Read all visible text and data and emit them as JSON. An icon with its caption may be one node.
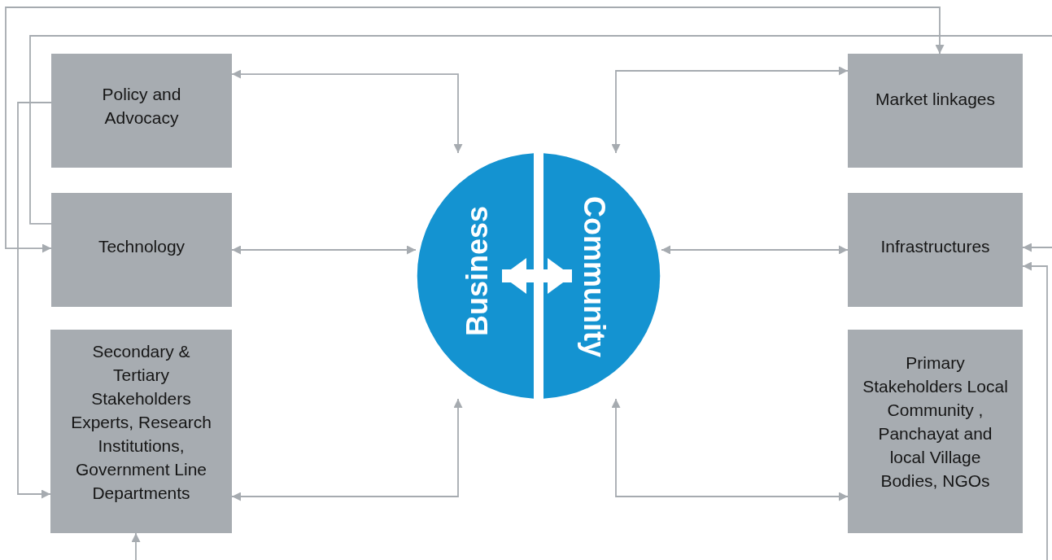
{
  "diagram": {
    "nodes": [
      {
        "text": [
          "Policy and Advocacy"
        ]
      },
      {
        "text": [
          "Technology"
        ]
      },
      {
        "text": [
          "Secondary & Tertiary Stakeholders Experts, Research Institutions, Government Line Departments"
        ]
      },
      {
        "text": [
          "Business"
        ]
      },
      {
        "text": [
          "Community"
        ]
      },
      {
        "text": [
          "Market linkages"
        ]
      },
      {
        "text": [
          "Infrastructures"
        ]
      },
      {
        "text": [
          "Primary Stakeholders Local Community , Panchayat and local Village Bodies, NGOs"
        ]
      }
    ],
    "edges": [
      {
        "from": 0,
        "to": 3,
        "arrow": "both"
      },
      {
        "from": 1,
        "to": 3,
        "arrow": "both"
      },
      {
        "from": 2,
        "to": 3,
        "arrow": "both"
      },
      {
        "from": 4,
        "to": 5,
        "arrow": "both"
      },
      {
        "from": 4,
        "to": 6,
        "arrow": "both"
      },
      {
        "from": 4,
        "to": 7,
        "arrow": "both"
      },
      {
        "from": 3,
        "to": 4,
        "arrow": "both",
        "style": "thick",
        "color": "#ffffff"
      },
      {
        "from": 1,
        "to": 5,
        "arrow": "both"
      },
      {
        "from": 1,
        "to": null,
        "arrow": "none"
      },
      {
        "from": 0,
        "to": 2,
        "arrow": "to"
      },
      {
        "from": null,
        "to": 2,
        "arrow": "to"
      },
      {
        "from": null,
        "to": 6,
        "arrow": "to"
      },
      {
        "from": null,
        "to": 6,
        "arrow": "to"
      }
    ]
  }
}
